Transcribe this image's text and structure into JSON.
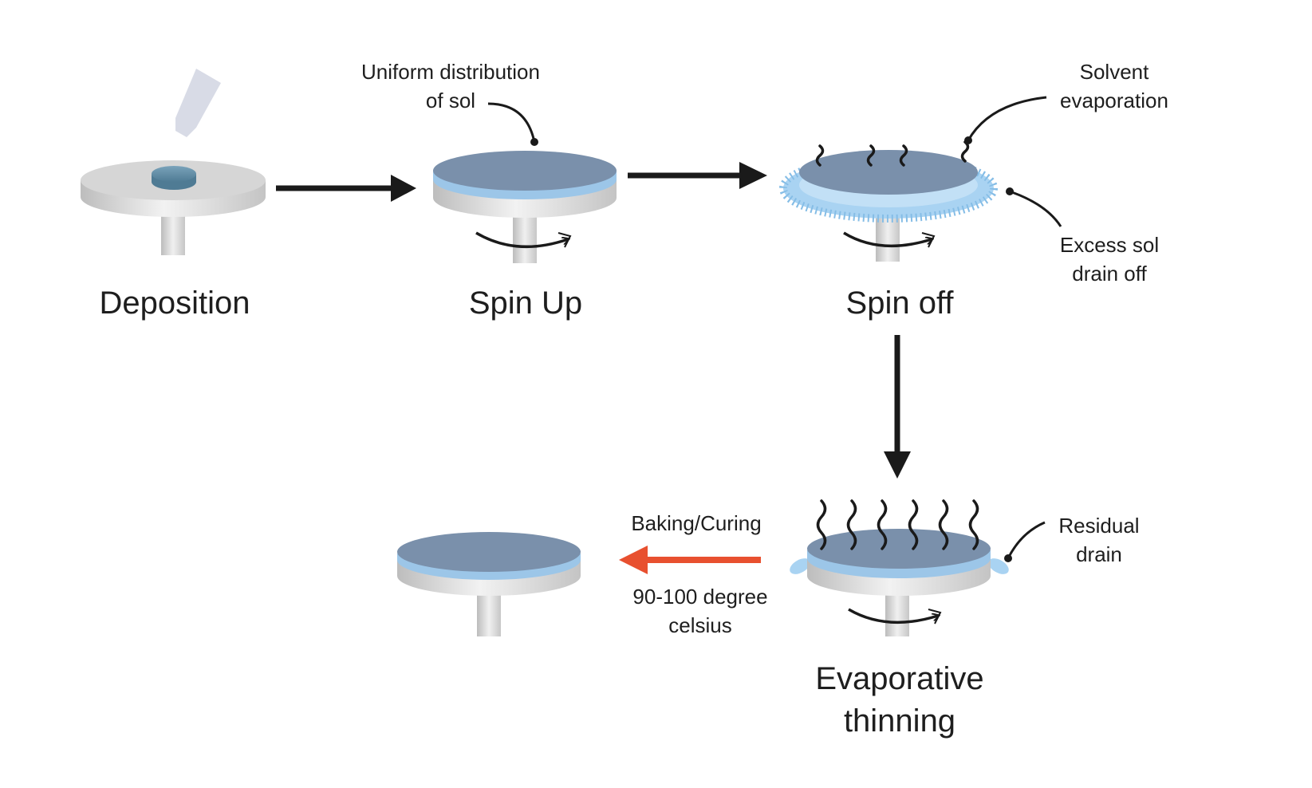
{
  "colors": {
    "background": "#ffffff",
    "sol_blue": "#7a90ab",
    "sol_light_blue": "#9cc6e8",
    "drop_blue": "#5a86a0",
    "platform_grey": "#d9d9d9",
    "arrow_black": "#1a1a1a",
    "arrow_red": "#e8502f",
    "label_text": "#1e1e1e"
  },
  "stages": {
    "deposition": {
      "title": "Deposition"
    },
    "spin_up": {
      "title": "Spin Up",
      "annotation_line1": "Uniform distribution",
      "annotation_line2": "of sol"
    },
    "spin_off": {
      "title": "Spin off",
      "annotation_top_line1": "Solvent",
      "annotation_top_line2": "evaporation",
      "annotation_side_line1": "Excess sol",
      "annotation_side_line2": "drain off"
    },
    "evaporative_thinning": {
      "title_line1": "Evaporative",
      "title_line2": "thinning",
      "annotation_line1": "Residual",
      "annotation_line2": "drain"
    },
    "baking": {
      "label": "Baking/Curing",
      "temp_line1": "90-100 degree",
      "temp_line2": "celsius"
    }
  },
  "icons": {
    "pipette": "pipette-icon",
    "rotation": "rotation-arrow-icon",
    "vapor": "vapor-wave-icon"
  }
}
